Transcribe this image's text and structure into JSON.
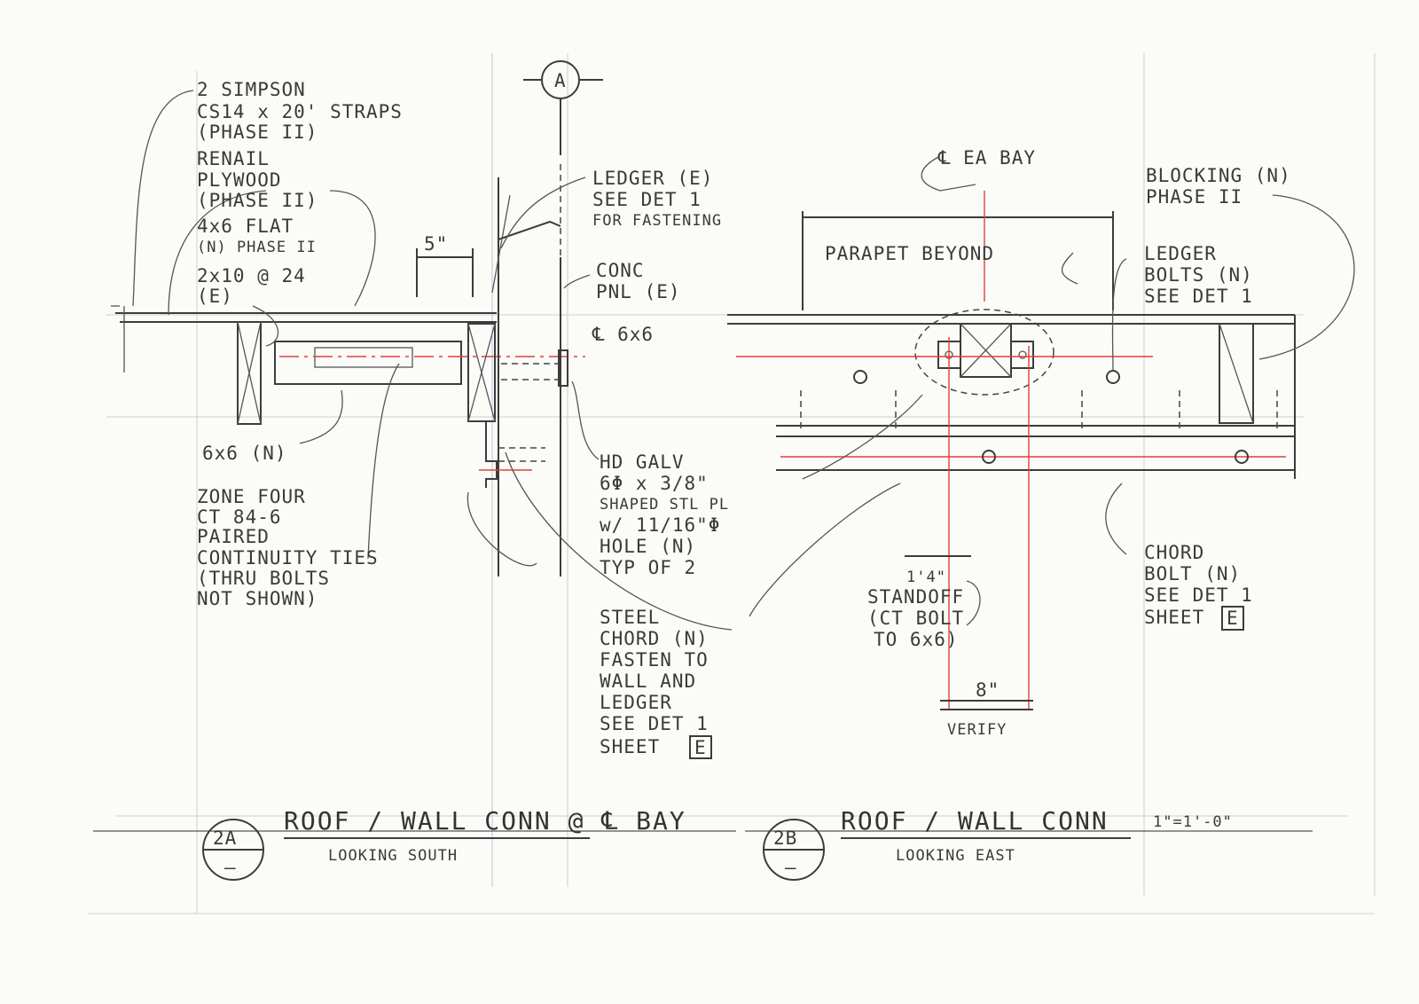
{
  "grid_marker": "A",
  "detail_2a": {
    "number": "2A",
    "sub": "—",
    "title": "ROOF / WALL CONN @ ℄ BAY",
    "subtitle": "LOOKING SOUTH",
    "labels": {
      "straps_1": "2 SIMPSON",
      "straps_2": "CS14 x 20' STRAPS",
      "straps_3": "(PHASE II)",
      "renail_1": "RENAIL",
      "renail_2": "PLYWOOD",
      "renail_3": "(PHASE II)",
      "flat_1": "4x6 FLAT",
      "flat_2": "(N) PHASE II",
      "joist_1": "2x10 @ 24",
      "joist_2": "(E)",
      "dim_5": "5\"",
      "ledger_1": "LEDGER (E)",
      "ledger_2": "SEE DET 1",
      "ledger_3": "FOR FASTENING",
      "conc_1": "CONC",
      "conc_2": "PNL (E)",
      "cl6x6": "℄ 6x6",
      "post_6x6": "6x6 (N)",
      "zone_1": "ZONE FOUR",
      "zone_2": "CT 84-6",
      "zone_3": "PAIRED",
      "zone_4": "CONTINUITY TIES",
      "zone_5": "(THRU BOLTS",
      "zone_6": "NOT SHOWN)",
      "hd_1": "HD GALV",
      "hd_2": "6Φ x 3/8\"",
      "hd_3": "SHAPED STL PL",
      "hd_4": "w/ 11/16\"Φ",
      "hd_5": "HOLE (N)",
      "hd_6": "TYP OF 2",
      "chord_1": "STEEL",
      "chord_2": "CHORD (N)",
      "chord_3": "FASTEN TO",
      "chord_4": "WALL AND",
      "chord_5": "LEDGER",
      "chord_6": "SEE DET 1",
      "chord_7": "SHEET",
      "chord_box": "E"
    }
  },
  "detail_2b": {
    "number": "2B",
    "sub": "—",
    "title": "ROOF / WALL CONN",
    "scale": "1\"=1'-0\"",
    "subtitle": "LOOKING EAST",
    "labels": {
      "clbay": "℄ EA BAY",
      "block_1": "BLOCKING (N)",
      "block_2": "PHASE II",
      "parapet": "PARAPET BEYOND",
      "lbolt_1": "LEDGER",
      "lbolt_2": "BOLTS (N)",
      "lbolt_3": "SEE DET 1",
      "standoff_dim": "1'4\"",
      "standoff_1": "STANDOFF",
      "standoff_2": "(CT BOLT",
      "standoff_3": "TO 6x6)",
      "dim_8": "8\"",
      "verify": "VERIFY",
      "cbolt_1": "CHORD",
      "cbolt_2": "BOLT (N)",
      "cbolt_3": "SEE DET 1",
      "cbolt_4": "SHEET",
      "cbolt_box": "E"
    }
  }
}
